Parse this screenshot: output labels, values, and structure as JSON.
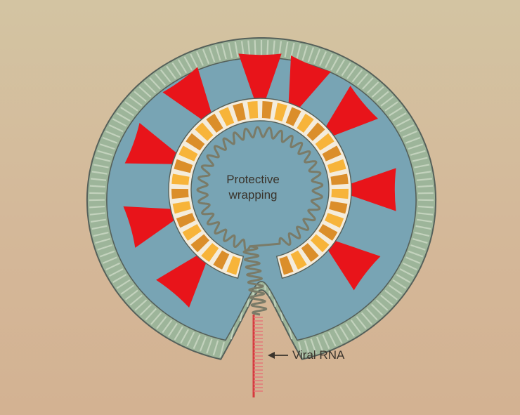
{
  "labels": {
    "center": [
      "Protective",
      "wrapping"
    ],
    "rna": "Viral RNA"
  },
  "colors": {
    "background_top": "#d3c4a2",
    "background_bottom": "#d3b292",
    "membrane": "#9db59a",
    "membrane_stripe": "#c3d2bd",
    "outline": "#55605a",
    "interior": "#78a4b4",
    "spike": "#e8141a",
    "protein_light": "#f7b43a",
    "protein_dark": "#db8e2a",
    "protein_base": "#f4ecdc",
    "rna": "#d63a3e",
    "coil": "#7a7b68",
    "text": "#3a342c"
  },
  "icons": {
    "arrow": "left-arrow-icon"
  }
}
